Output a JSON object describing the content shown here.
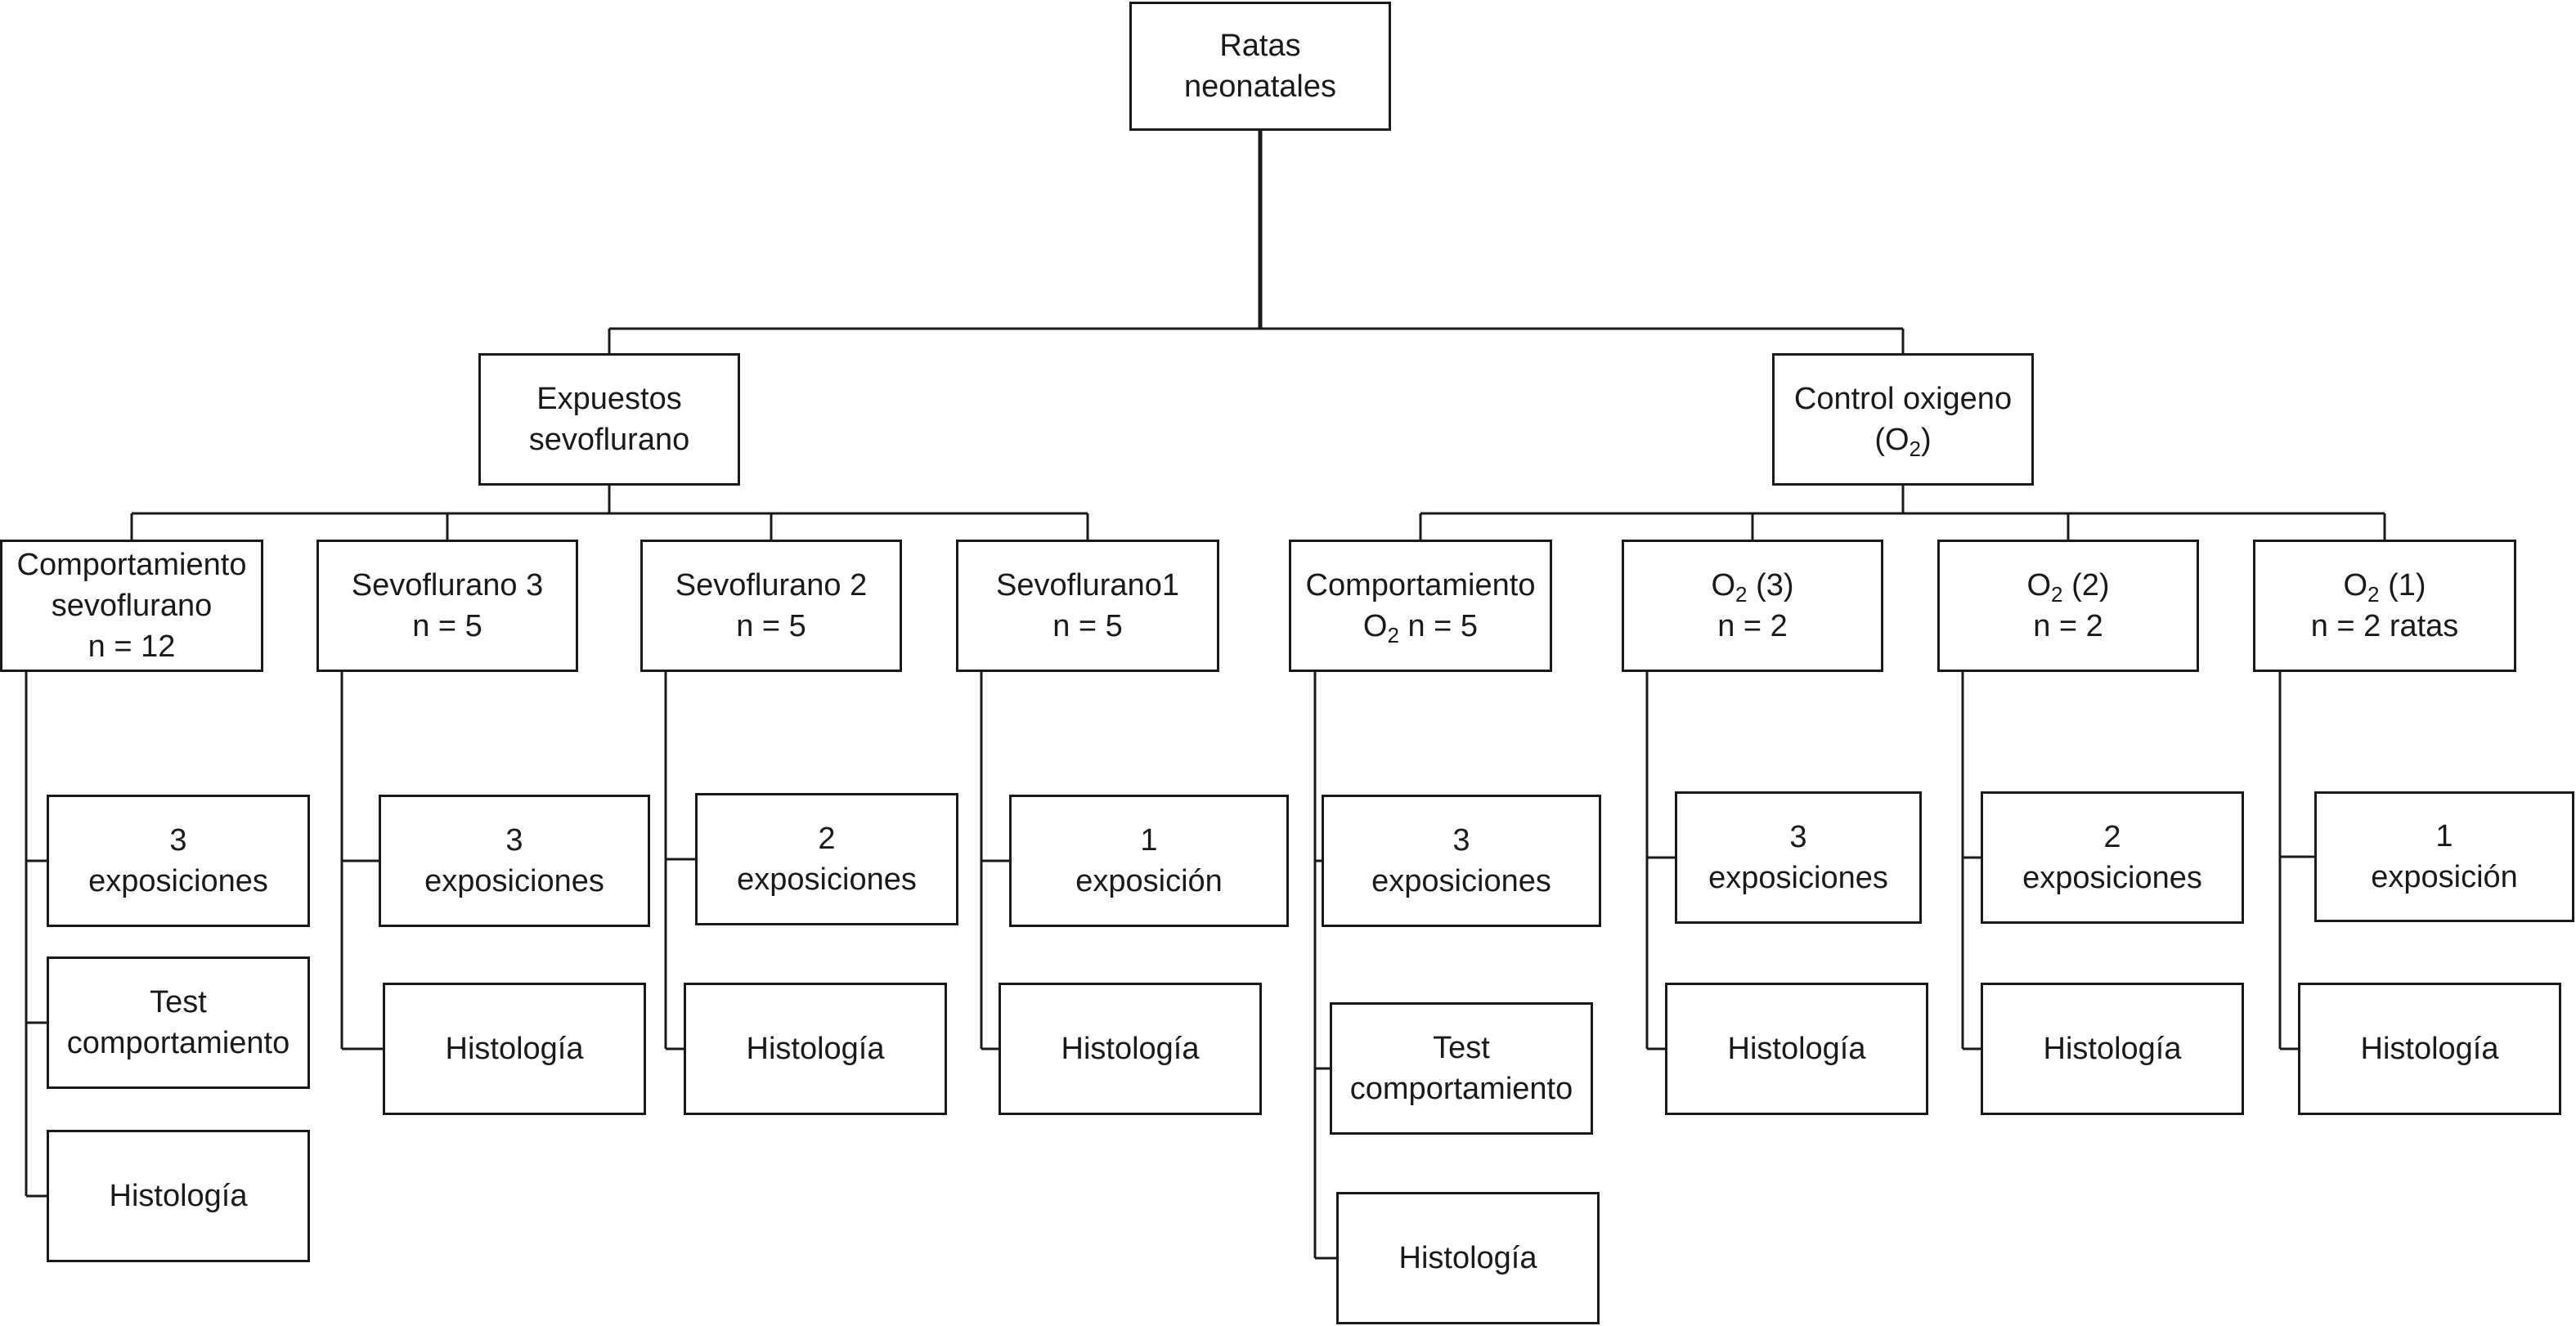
{
  "diagram": {
    "root": "Ratas neonatales",
    "branches": [
      {
        "label": "Expuestos sevoflurano",
        "groups": [
          {
            "name": [
              "Comportamiento",
              "sevoflurano",
              "n = 12"
            ],
            "steps": [
              [
                "3",
                "exposiciones"
              ],
              [
                "Test",
                "comportamiento"
              ],
              [
                "Histología"
              ]
            ]
          },
          {
            "name": [
              "Sevoflurano 3",
              "n = 5"
            ],
            "steps": [
              [
                "3",
                "exposiciones"
              ],
              [
                "Histología"
              ]
            ]
          },
          {
            "name": [
              "Sevoflurano 2",
              "n = 5"
            ],
            "steps": [
              [
                "2",
                "exposiciones"
              ],
              [
                "Histología"
              ]
            ]
          },
          {
            "name": [
              "Sevoflurano1",
              "n = 5"
            ],
            "steps": [
              [
                "1",
                "exposición"
              ],
              [
                "Histología"
              ]
            ]
          }
        ]
      },
      {
        "label": "Control oxigeno (O2)",
        "groups": [
          {
            "name": [
              "Comportamiento",
              "O2 n = 5"
            ],
            "steps": [
              [
                "3",
                "exposiciones"
              ],
              [
                "Test",
                "comportamiento"
              ],
              [
                "Histología"
              ]
            ]
          },
          {
            "name": [
              "O2 (3)",
              "n = 2"
            ],
            "steps": [
              [
                "3",
                "exposiciones"
              ],
              [
                "Histología"
              ]
            ]
          },
          {
            "name": [
              "O2 (2)",
              "n = 2"
            ],
            "steps": [
              [
                "2",
                "exposiciones"
              ],
              [
                "Histología"
              ]
            ]
          },
          {
            "name": [
              "O2 (1)",
              "n = 2 ratas"
            ],
            "steps": [
              [
                "1",
                "exposición"
              ],
              [
                "Histología"
              ]
            ]
          }
        ]
      }
    ]
  }
}
